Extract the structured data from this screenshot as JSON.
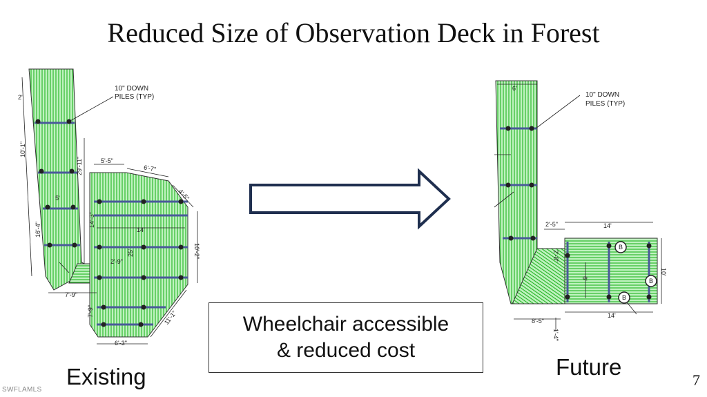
{
  "slide": {
    "title": "Reduced Size of Observation Deck in Forest",
    "page_number": "7",
    "watermark": "SWFLAMLS"
  },
  "existing": {
    "caption": "Existing",
    "pile_note_line1": "10\" DOWN",
    "pile_note_line2": "PILES (TYP)",
    "dimensions": {
      "d_2": "2'",
      "d_10_1": "10'-1\"",
      "d_29_11": "29'-11\"",
      "d_5_5": "5'-5\"",
      "d_6_7": "6'-7\"",
      "d_4_5": "4'-5\"",
      "d_5": "5'",
      "d_14_3": "14'-3\"",
      "d_14": "14'",
      "d_10_2": "10'-2\"",
      "d_16_4": "16'-4\"",
      "d_25": "25'",
      "d_2_9": "2'-9\"",
      "d_7_9a": "7'-9\"",
      "d_7_9b": "7'-9\"",
      "d_11_1": "11'-1\"",
      "d_6_3": "6'-3\""
    }
  },
  "future": {
    "caption": "Future",
    "pile_note_line1": "10\" DOWN",
    "pile_note_line2": "PILES (TYP)",
    "bench_label": "B",
    "dimensions": {
      "d_6": "6'",
      "d_2_5": "2'-5\"",
      "d_14a": "14'",
      "d_2_8": "2'-8\"",
      "d_6b": "6'",
      "d_10": "10'",
      "d_8_5": "8'-5\"",
      "d_14b": "14'",
      "d_1_4": "1'-4\""
    }
  },
  "callout": {
    "line1": "Wheelchair accessible",
    "line2": "& reduced cost"
  },
  "colors": {
    "deck_fill": "#bff2bf",
    "deck_stripe": "#22b422",
    "beam": "#4a5a9a",
    "arrow_stroke": "#1f2f4f"
  }
}
